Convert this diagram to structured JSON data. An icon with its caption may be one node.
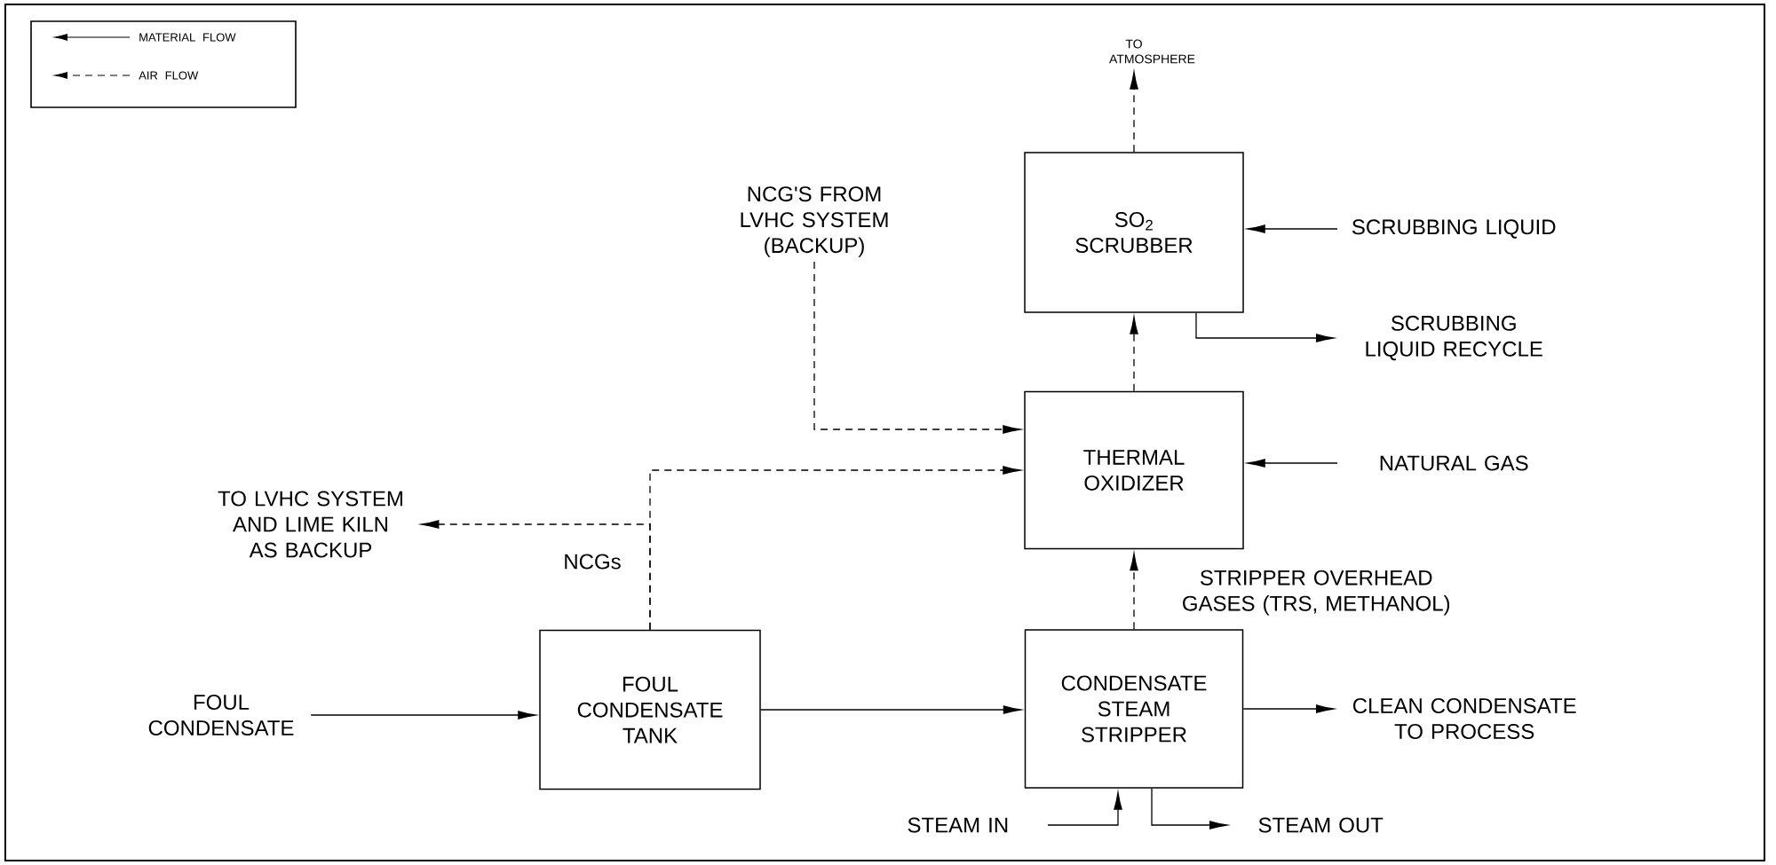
{
  "diagram": {
    "nodes": [
      {
        "text": [
          "TO ATMOSPHERE"
        ]
      },
      {
        "text": [
          "NCG'S FROM LVHC SYSTEM (BACKUP)"
        ]
      },
      {
        "text": [
          "SO$_{2}$ SCRUBBER"
        ]
      },
      {
        "text": [
          "SCRUBBING LIQUID"
        ]
      },
      {
        "text": [
          "SCRUBBING LIQUID RECYCLE"
        ]
      },
      {
        "text": [
          "THERMAL OXIDIZER"
        ]
      },
      {
        "text": [
          "NATURAL GAS"
        ]
      },
      {
        "text": [
          "TO LVHC SYSTEM AND LIME KILN AS BACKUP"
        ]
      },
      {
        "text": [
          "FOUL CONDENSATE"
        ]
      },
      {
        "text": [
          "FOUL CONDENSATE TANK"
        ]
      },
      {
        "text": [
          "CONDENSATE STEAM STRIPPER"
        ]
      },
      {
        "text": [
          "CLEAN CONDENSATE TO PROCESS"
        ]
      },
      {
        "text": [
          "STEAM IN"
        ]
      },
      {
        "text": [
          "STEAM OUT"
        ]
      }
    ],
    "edges": [
      {
        "from": 2,
        "to": 0,
        "arrow": "to",
        "style": "dashed"
      },
      {
        "from": 1,
        "to": 5,
        "arrow": "to",
        "style": "dashed"
      },
      {
        "from": 3,
        "to": 2,
        "arrow": "to"
      },
      {
        "from": 2,
        "to": 4,
        "arrow": "to"
      },
      {
        "from": 5,
        "to": 2,
        "arrow": "to",
        "style": "dashed"
      },
      {
        "from": 6,
        "to": 5,
        "arrow": "to"
      },
      {
        "from": 9,
        "to": 5,
        "arrow": "to",
        "style": "dashed",
        "label": "NCGs"
      },
      {
        "from": 9,
        "to": 7,
        "arrow": "to",
        "style": "dashed"
      },
      {
        "from": 8,
        "to": 9,
        "arrow": "to"
      },
      {
        "from": 9,
        "to": 10,
        "arrow": "to"
      },
      {
        "from": 10,
        "to": 5,
        "arrow": "to",
        "style": "dashed",
        "label": "STRIPPER OVERHEAD GASES (TRS, METHANOL)"
      },
      {
        "from": 10,
        "to": 11,
        "arrow": "to"
      },
      {
        "from": 12,
        "to": 10,
        "arrow": "to"
      },
      {
        "from": 10,
        "to": 13,
        "arrow": "to"
      }
    ],
    "legend": [
      {
        "text": "MATERIAL FLOW"
      },
      {
        "text": "AIR FLOW"
      }
    ]
  }
}
